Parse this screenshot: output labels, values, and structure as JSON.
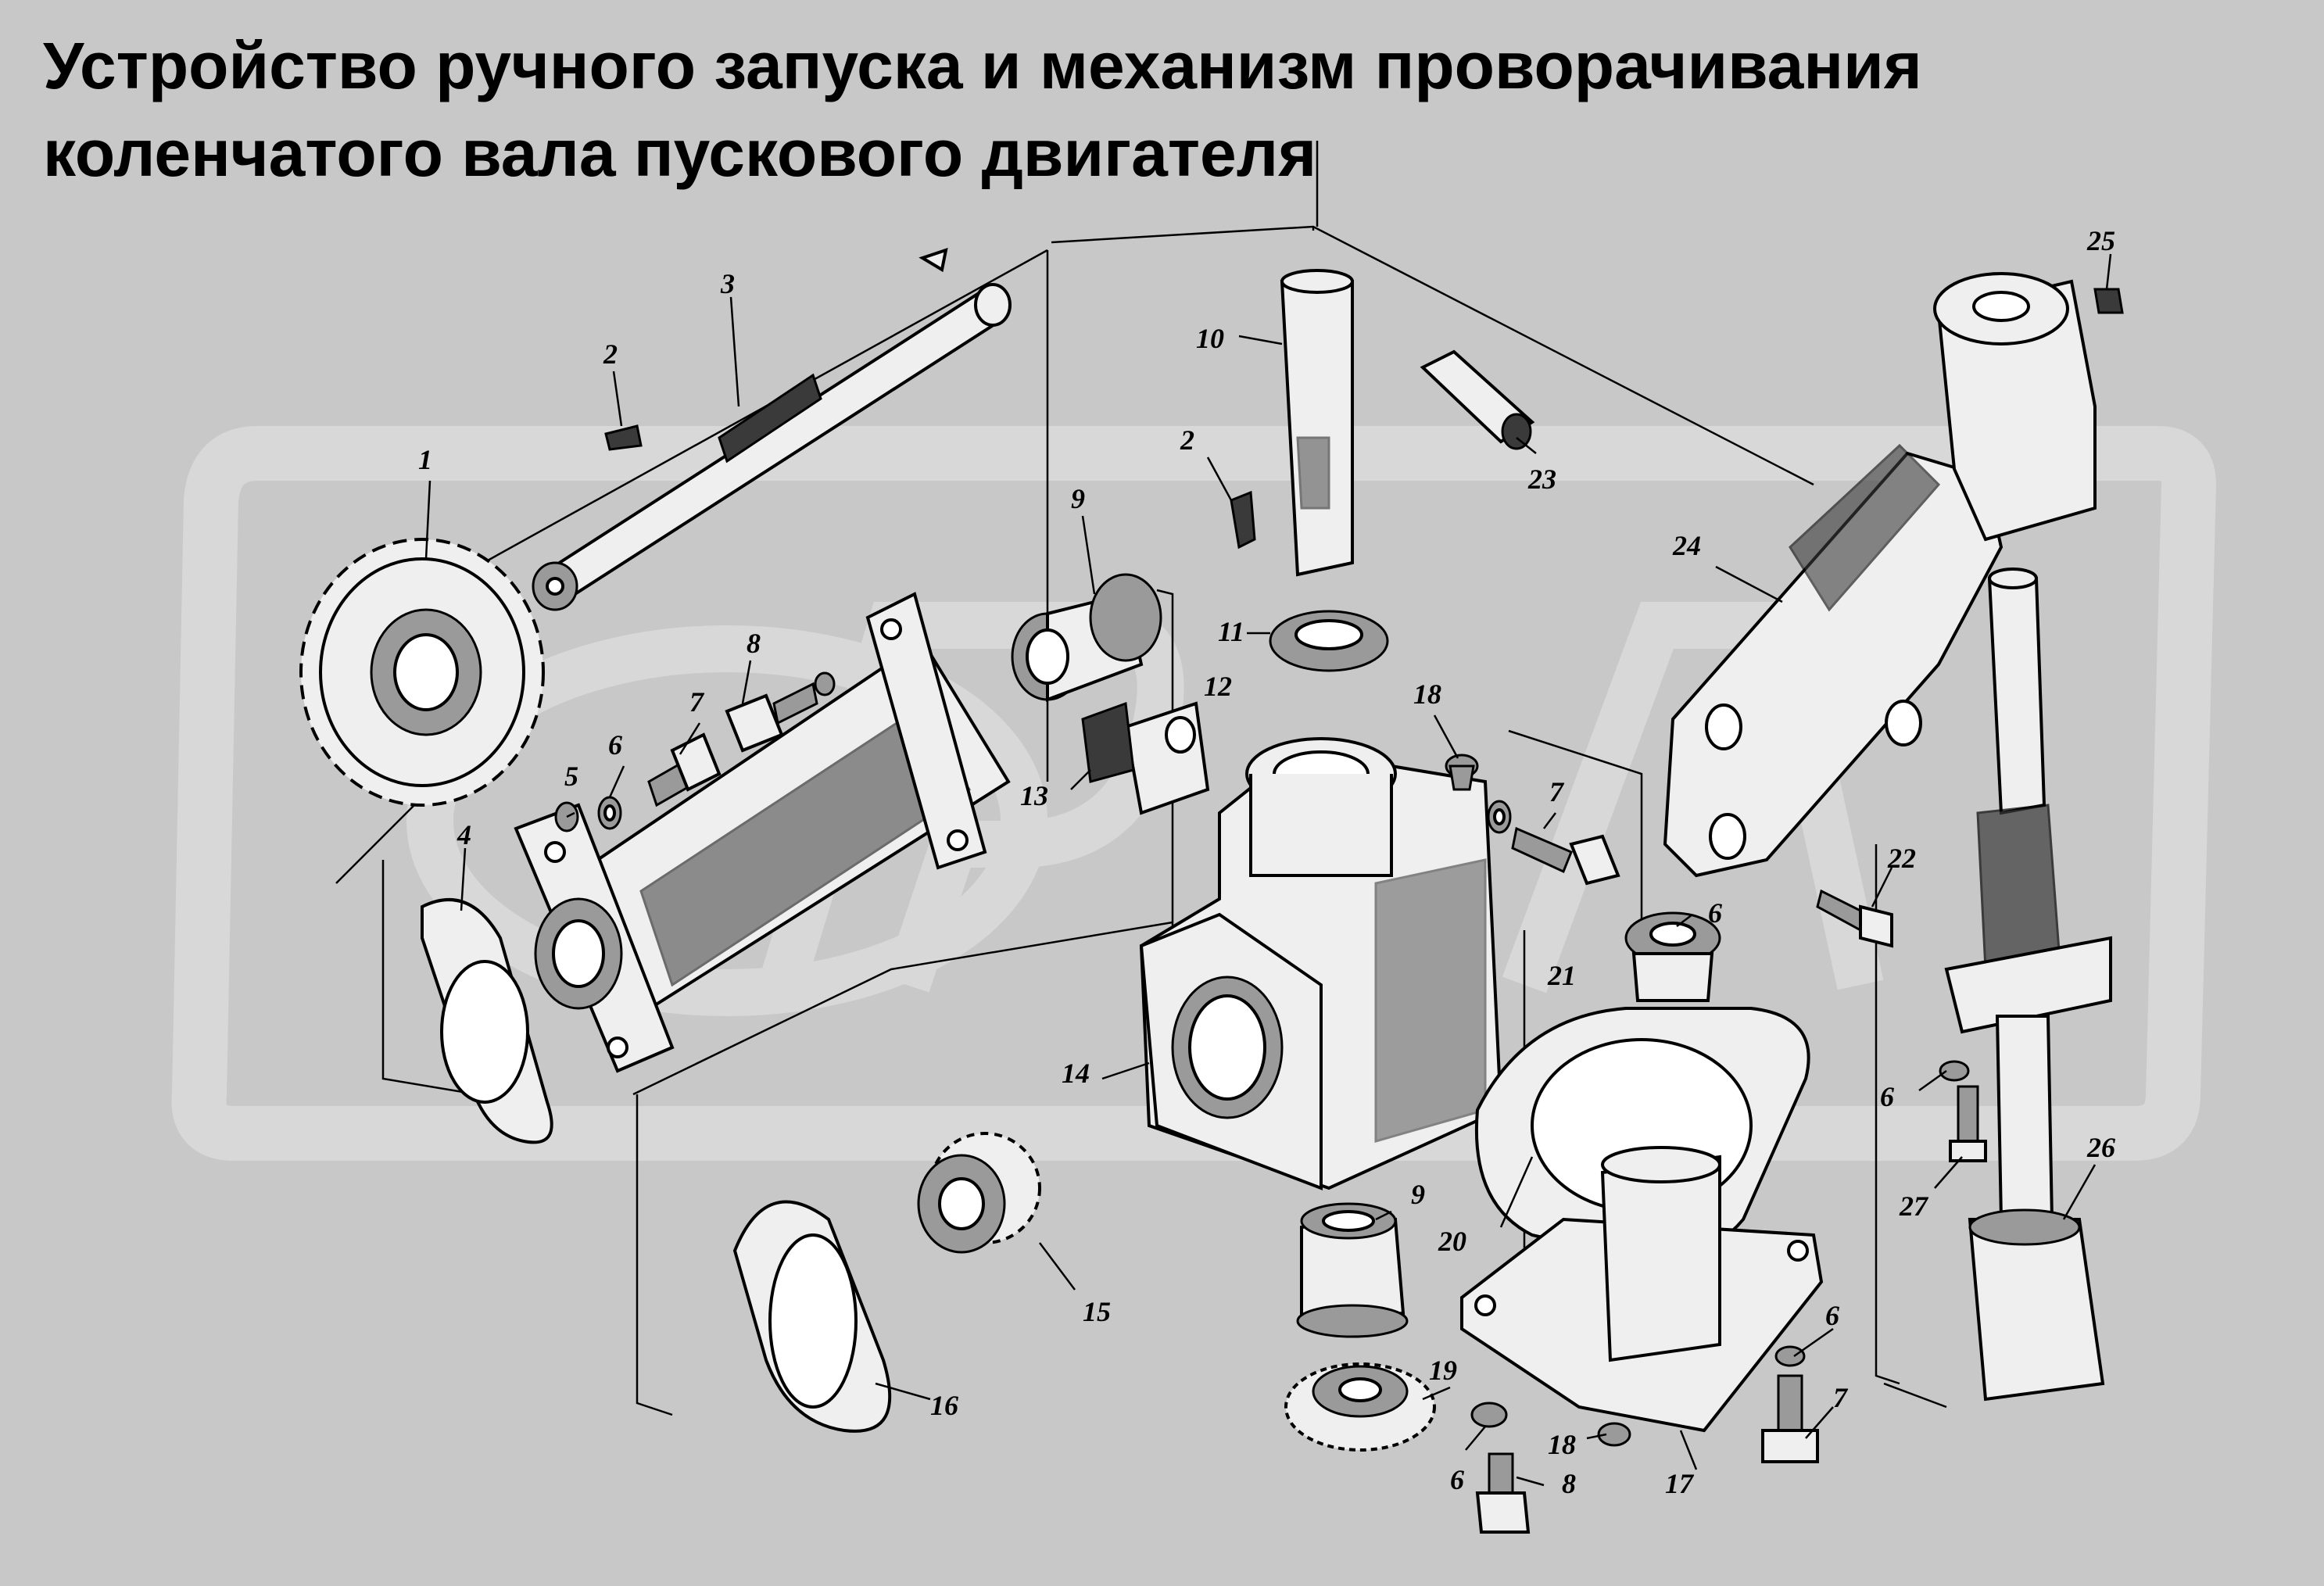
{
  "title": {
    "line1": "Устройство ручного запуска и механизм проворачивания",
    "line2": "коленчатого вала пускового двигателя"
  },
  "callouts": [
    {
      "part": "gear",
      "label": "1"
    },
    {
      "part": "key",
      "label": "2"
    },
    {
      "part": "shaft",
      "label": "3"
    },
    {
      "part": "gasket-left",
      "label": "4"
    },
    {
      "part": "washer-left",
      "label": "5"
    },
    {
      "part": "washer-small",
      "label": "6"
    },
    {
      "part": "bolt-left",
      "label": "7"
    },
    {
      "part": "bolt-upper",
      "label": "8"
    },
    {
      "part": "bushing-upper",
      "label": "9"
    },
    {
      "part": "pin",
      "label": "10"
    },
    {
      "part": "key-center",
      "label": "2"
    },
    {
      "part": "ring",
      "label": "11"
    },
    {
      "part": "plate",
      "label": "12"
    },
    {
      "part": "lock-plate",
      "label": "13"
    },
    {
      "part": "housing",
      "label": "14"
    },
    {
      "part": "bevel-gear",
      "label": "15"
    },
    {
      "part": "gasket-bottom",
      "label": "16"
    },
    {
      "part": "plug",
      "label": "18"
    },
    {
      "part": "bolt-center",
      "label": "7"
    },
    {
      "part": "washer-center",
      "label": "6"
    },
    {
      "part": "bushing-small",
      "label": "21"
    },
    {
      "part": "bushing-lower",
      "label": "9"
    },
    {
      "part": "gasket-center",
      "label": "20"
    },
    {
      "part": "flange",
      "label": "17"
    },
    {
      "part": "bevel-gear-lower",
      "label": "19"
    },
    {
      "part": "washer-lower",
      "label": "6"
    },
    {
      "part": "bolt-lower",
      "label": "8"
    },
    {
      "part": "plug-lower",
      "label": "18"
    },
    {
      "part": "washer-flange",
      "label": "6"
    },
    {
      "part": "bolt-flange",
      "label": "7"
    },
    {
      "part": "pin-short",
      "label": "23"
    },
    {
      "part": "lever",
      "label": "24"
    },
    {
      "part": "nipple",
      "label": "25"
    },
    {
      "part": "bolt-lever",
      "label": "22"
    },
    {
      "part": "washer-rod",
      "label": "6"
    },
    {
      "part": "bolt-rod",
      "label": "27"
    },
    {
      "part": "rod",
      "label": "26"
    }
  ]
}
